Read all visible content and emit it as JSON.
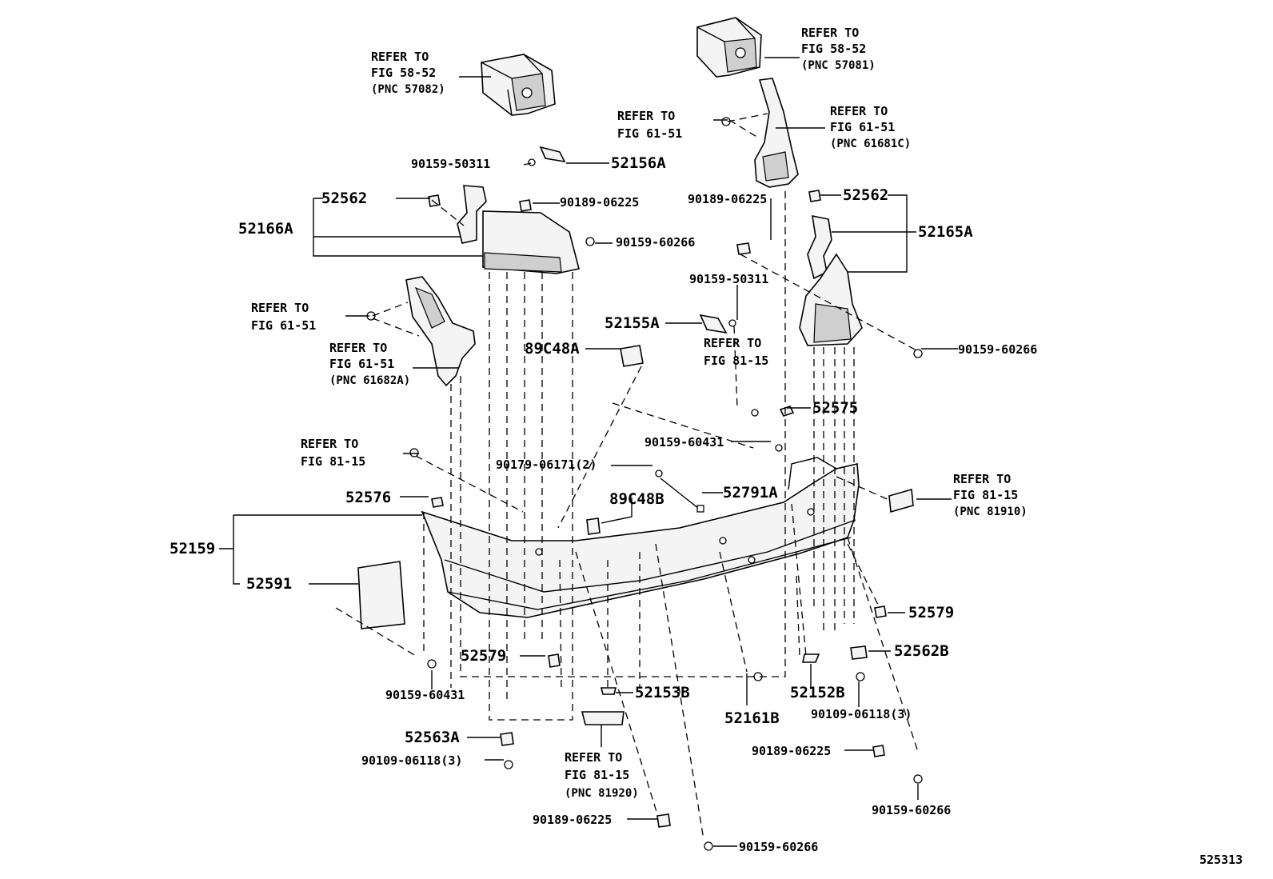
{
  "diagram_id": "525313",
  "callouts": [
    {
      "key": "c01",
      "lines": [
        "REFER TO",
        "FIG 58-52",
        "(PNC 57082)"
      ]
    },
    {
      "key": "c02",
      "lines": [
        "REFER TO",
        "FIG 58-52",
        "(PNC 57081)"
      ]
    },
    {
      "key": "c03",
      "lines": [
        "REFER TO",
        "FIG 61-51"
      ]
    },
    {
      "key": "c04",
      "lines": [
        "REFER TO",
        "FIG 61-51",
        "(PNC 61681C)"
      ]
    },
    {
      "key": "c05",
      "lines": [
        "90159-50311"
      ]
    },
    {
      "key": "c06",
      "lines": [
        "52156A"
      ]
    },
    {
      "key": "c07",
      "lines": [
        "52562"
      ]
    },
    {
      "key": "c08",
      "lines": [
        "52166A"
      ]
    },
    {
      "key": "c09",
      "lines": [
        "90189-06225"
      ]
    },
    {
      "key": "c10",
      "lines": [
        "90159-60266"
      ]
    },
    {
      "key": "c11",
      "lines": [
        "90189-06225"
      ]
    },
    {
      "key": "c12",
      "lines": [
        "52562"
      ]
    },
    {
      "key": "c13",
      "lines": [
        "52165A"
      ]
    },
    {
      "key": "c14",
      "lines": [
        "90159-50311"
      ]
    },
    {
      "key": "c15",
      "lines": [
        "REFER TO",
        "FIG 61-51"
      ]
    },
    {
      "key": "c16",
      "lines": [
        "REFER TO",
        "FIG 61-51",
        "(PNC 61682A)"
      ]
    },
    {
      "key": "c17",
      "lines": [
        "52155A"
      ]
    },
    {
      "key": "c18",
      "lines": [
        "REFER TO",
        "FIG 81-15"
      ]
    },
    {
      "key": "c19",
      "lines": [
        "90159-60266"
      ]
    },
    {
      "key": "c20",
      "lines": [
        "89C48A"
      ]
    },
    {
      "key": "c21",
      "lines": [
        "52575"
      ]
    },
    {
      "key": "c22",
      "lines": [
        "90159-60431"
      ]
    },
    {
      "key": "c23",
      "lines": [
        "REFER TO",
        "FIG 81-15"
      ]
    },
    {
      "key": "c24",
      "lines": [
        "90179-06171(2)"
      ]
    },
    {
      "key": "c25",
      "lines": [
        "REFER TO",
        "FIG 81-15",
        "(PNC 81910)"
      ]
    },
    {
      "key": "c26",
      "lines": [
        "52576"
      ]
    },
    {
      "key": "c27",
      "lines": [
        "89C48B"
      ]
    },
    {
      "key": "c28",
      "lines": [
        "52791A"
      ]
    },
    {
      "key": "c29",
      "lines": [
        "52159"
      ]
    },
    {
      "key": "c30",
      "lines": [
        "52591"
      ]
    },
    {
      "key": "c31",
      "lines": [
        "52579"
      ]
    },
    {
      "key": "c32",
      "lines": [
        "52579"
      ]
    },
    {
      "key": "c33",
      "lines": [
        "52562B"
      ]
    },
    {
      "key": "c34",
      "lines": [
        "90159-60431"
      ]
    },
    {
      "key": "c35",
      "lines": [
        "52153B"
      ]
    },
    {
      "key": "c36",
      "lines": [
        "52152B"
      ]
    },
    {
      "key": "c37",
      "lines": [
        "52161B"
      ]
    },
    {
      "key": "c38",
      "lines": [
        "90109-06118(3)"
      ]
    },
    {
      "key": "c39",
      "lines": [
        "52563A"
      ]
    },
    {
      "key": "c40",
      "lines": [
        "90109-06118(3)"
      ]
    },
    {
      "key": "c41",
      "lines": [
        "REFER TO",
        "FIG 81-15",
        "(PNC 81920)"
      ]
    },
    {
      "key": "c42",
      "lines": [
        "90189-06225"
      ]
    },
    {
      "key": "c43",
      "lines": [
        "90189-06225"
      ]
    },
    {
      "key": "c44",
      "lines": [
        "90159-60266"
      ]
    },
    {
      "key": "c45",
      "lines": [
        "90159-60266"
      ]
    }
  ]
}
